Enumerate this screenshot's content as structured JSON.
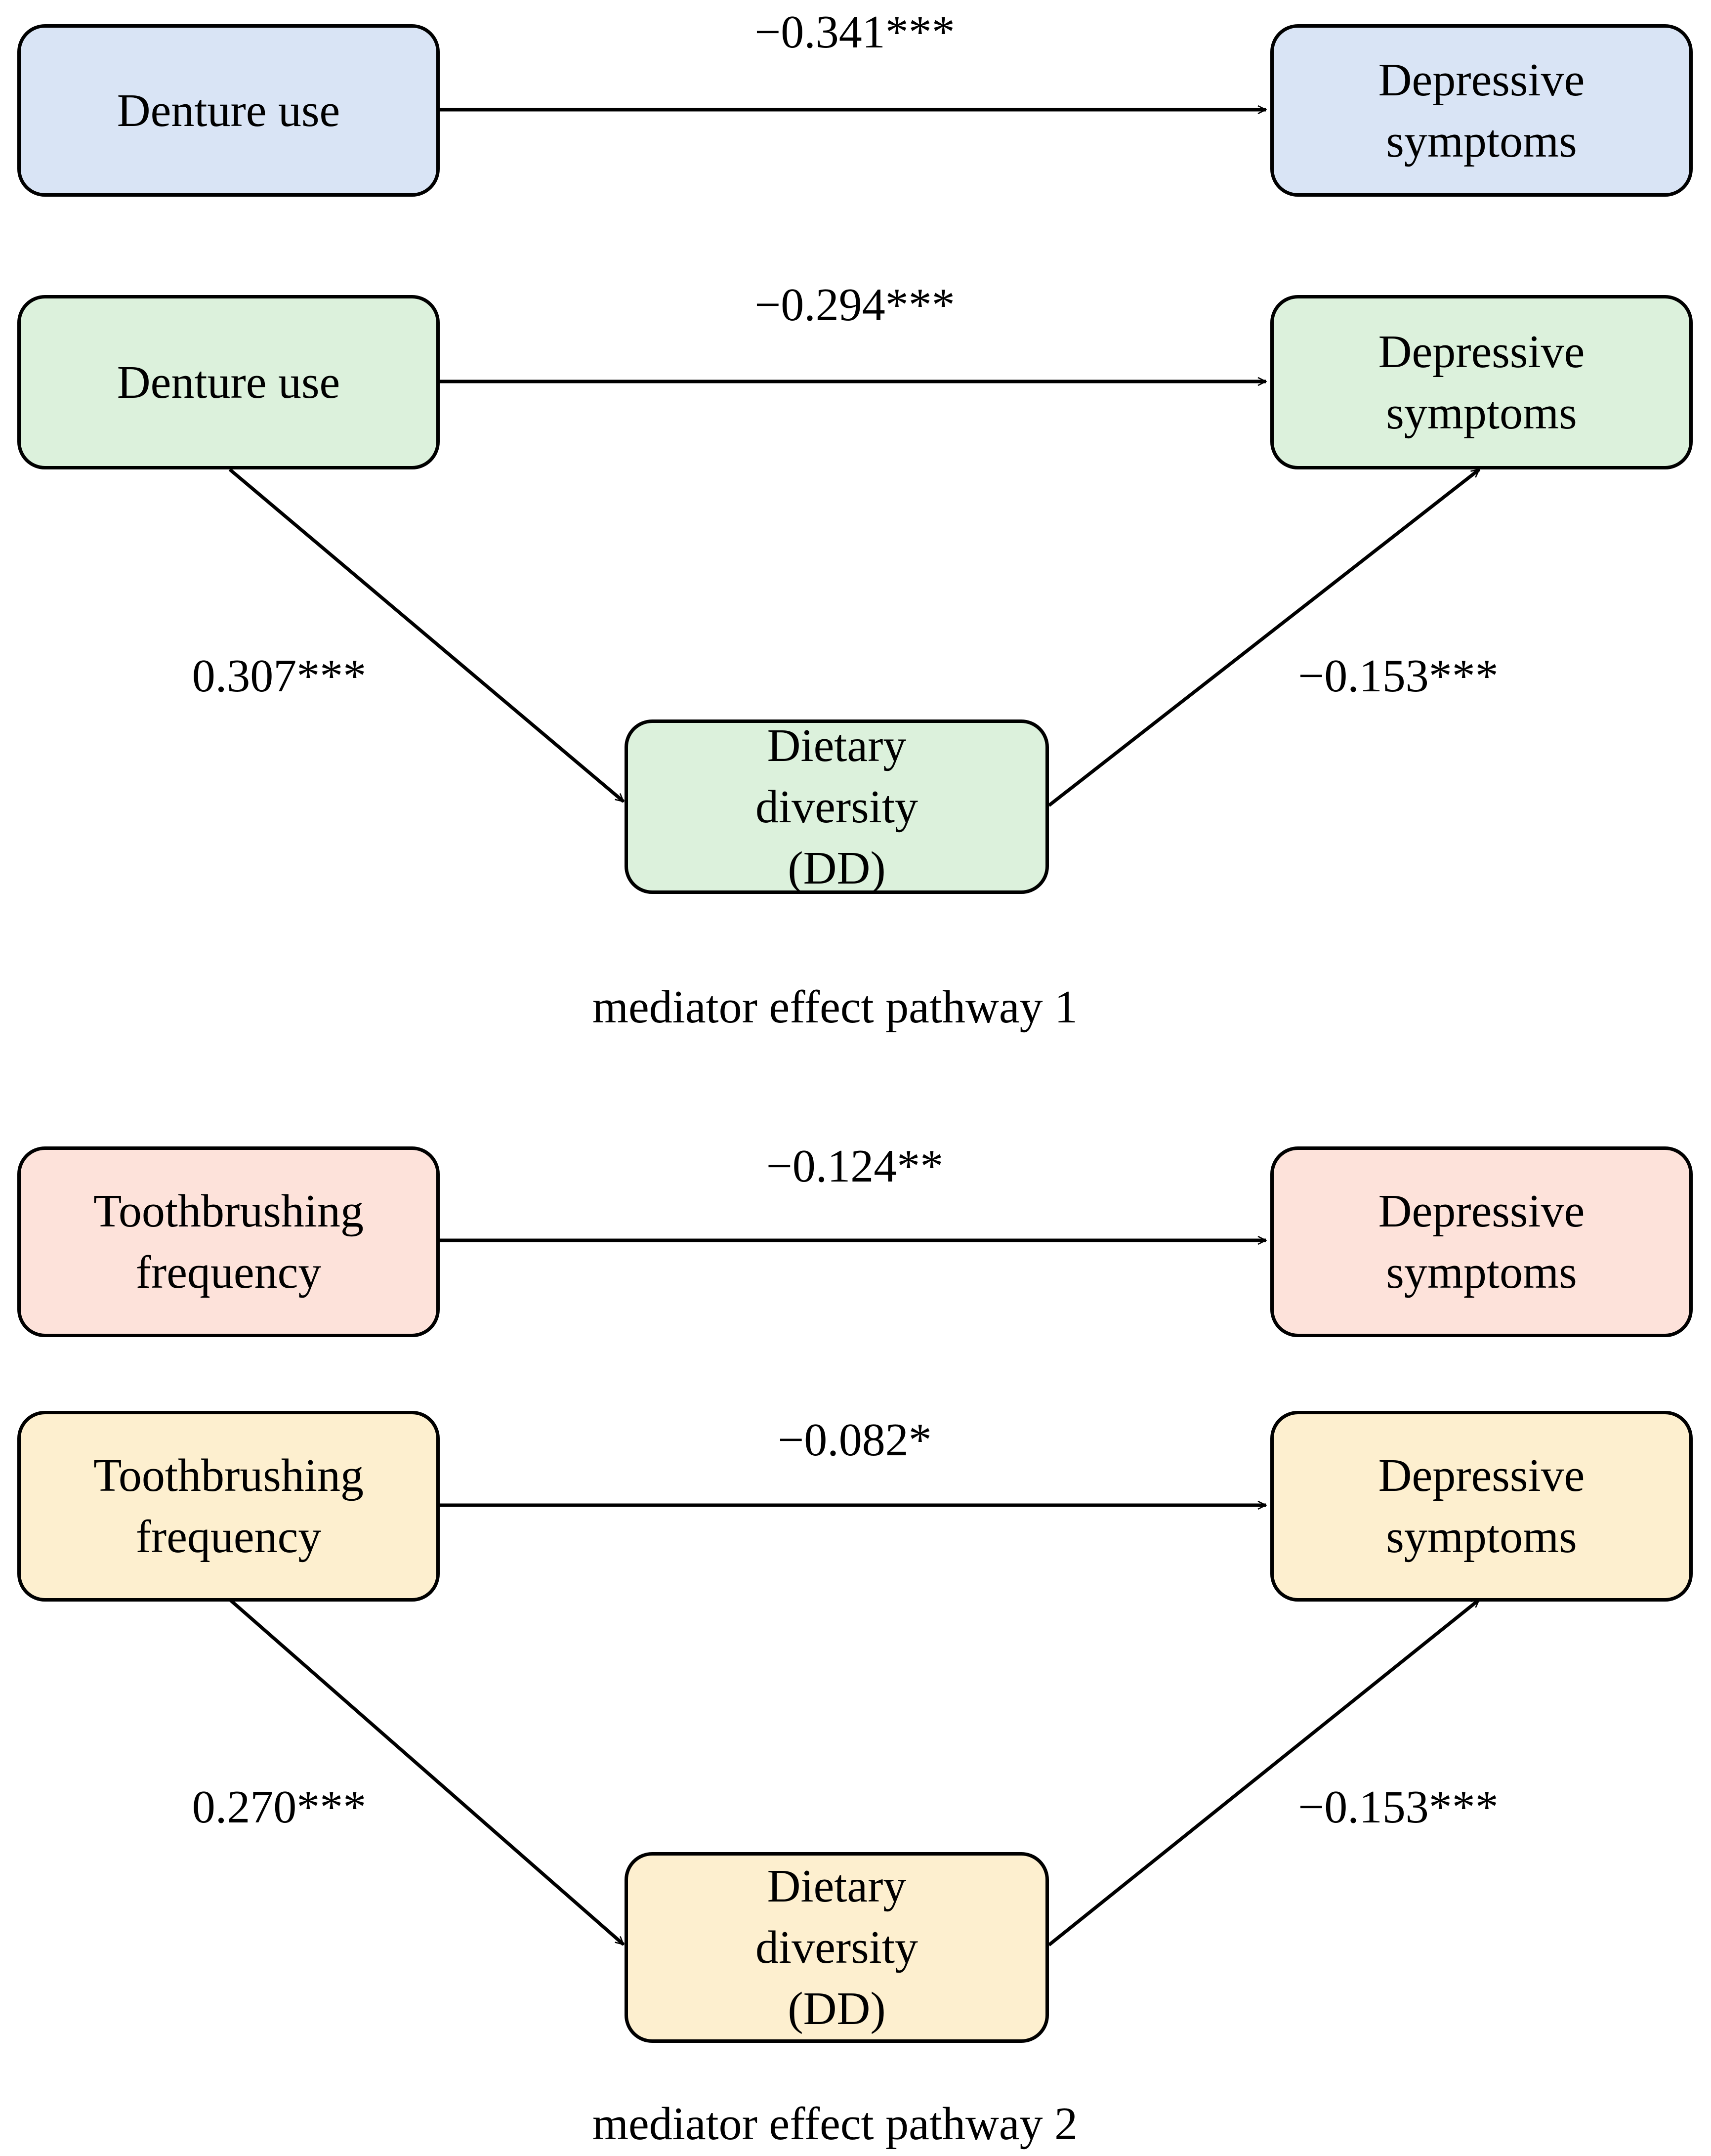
{
  "colors": {
    "blue": "#d9e4f5",
    "green": "#dcf1dc",
    "red": "#fde2da",
    "yellow": "#fdefcf",
    "stroke": "#000000"
  },
  "panel1": {
    "source": [
      "Denture use"
    ],
    "target": [
      "Depressive",
      "symptoms"
    ],
    "coef": "−0.341***"
  },
  "panel2": {
    "source": [
      "Denture use"
    ],
    "target": [
      "Depressive",
      "symptoms"
    ],
    "mediator": [
      "Dietary",
      "diversity",
      "(DD)"
    ],
    "direct_coef": "−0.294***",
    "a_coef": "0.307***",
    "b_coef": "−0.153***",
    "caption": "mediator effect pathway 1"
  },
  "panel3": {
    "source": [
      "Toothbrushing",
      "frequency"
    ],
    "target": [
      "Depressive",
      "symptoms"
    ],
    "coef": "−0.124**"
  },
  "panel4": {
    "source": [
      "Toothbrushing",
      "frequency"
    ],
    "target": [
      "Depressive",
      "symptoms"
    ],
    "mediator": [
      "Dietary",
      "diversity",
      "(DD)"
    ],
    "direct_coef": "−0.082*",
    "a_coef": "0.270***",
    "b_coef": "−0.153***",
    "caption": "mediator effect pathway 2"
  }
}
